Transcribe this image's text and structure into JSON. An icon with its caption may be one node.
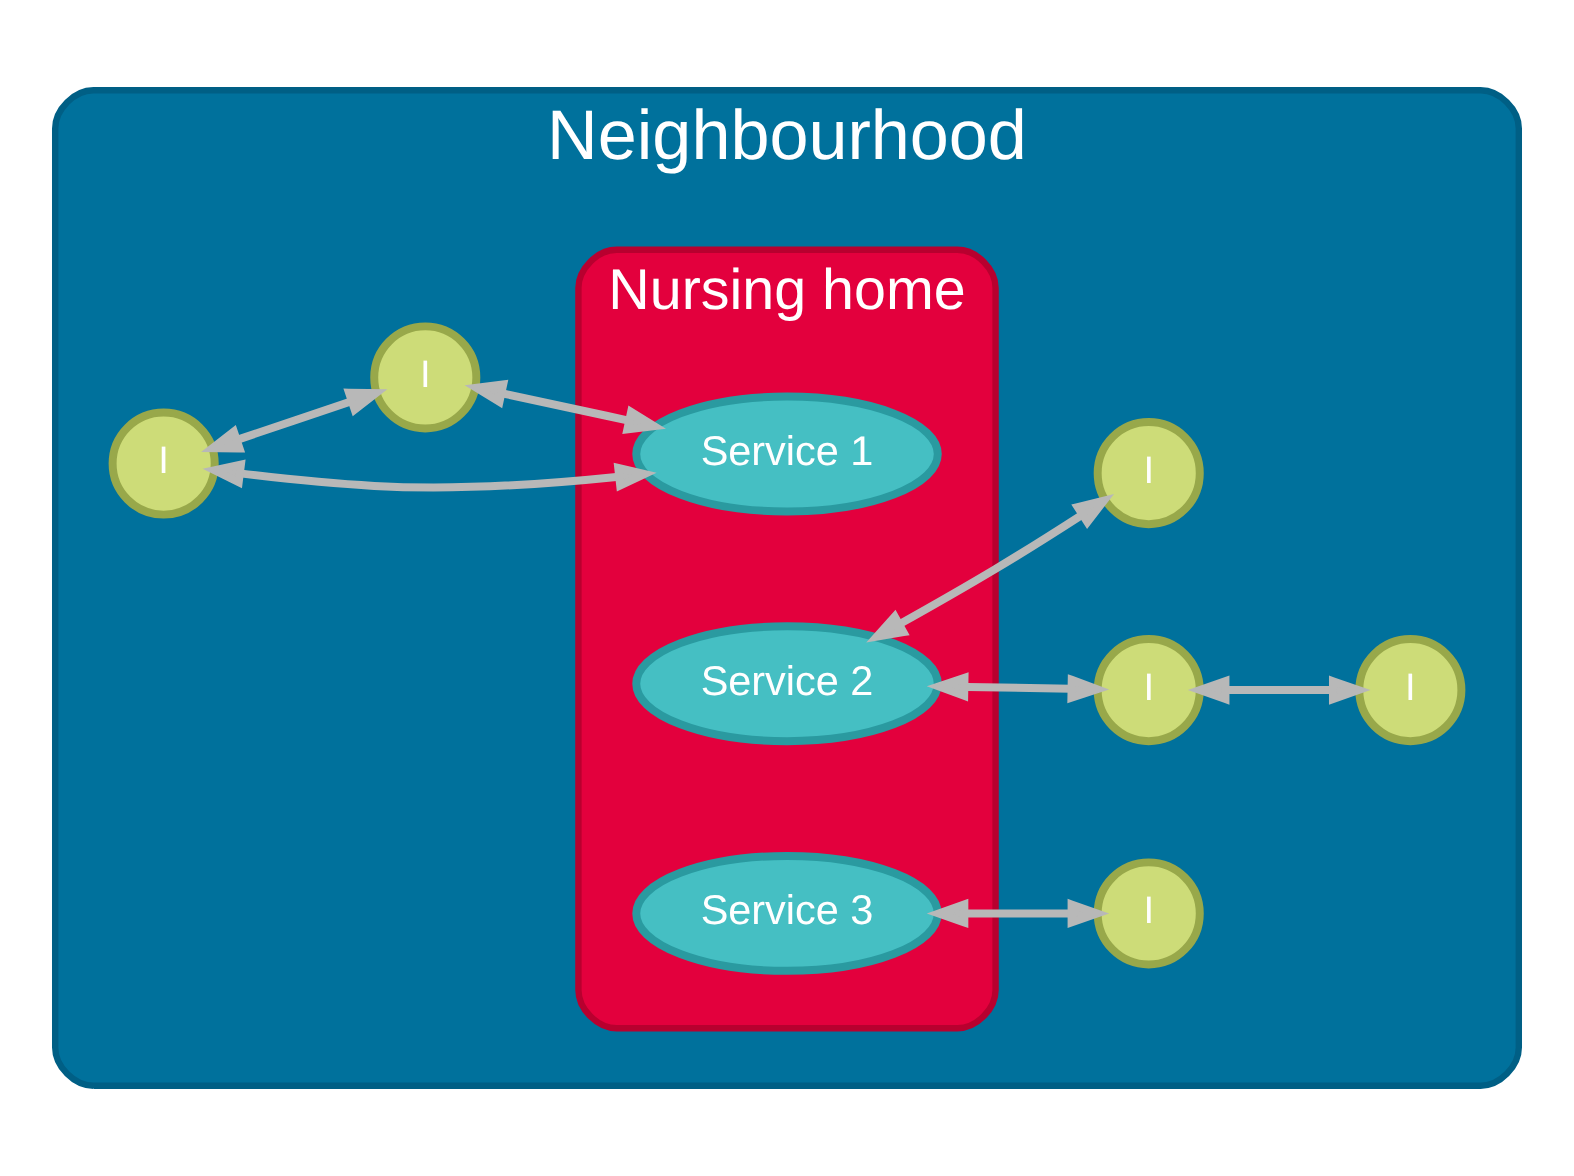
{
  "diagram": {
    "nodes": [
      {
        "text": [
          "Neighbourhood"
        ]
      },
      {
        "text": [
          "Nursing home"
        ],
        "in": 0
      },
      {
        "text": [
          "Service 1"
        ],
        "in": 1
      },
      {
        "text": [
          "Service 3"
        ],
        "in": 1
      },
      {
        "text": [
          "Service 2"
        ],
        "in": 1
      },
      {
        "text": [
          "I"
        ],
        "in": 0
      },
      {
        "text": [
          "I"
        ],
        "in": 0
      },
      {
        "text": [
          "I"
        ],
        "in": 0
      },
      {
        "text": [
          "I"
        ],
        "in": 0
      },
      {
        "text": [
          "I"
        ],
        "in": 0
      },
      {
        "text": [
          "I"
        ],
        "in": 0
      }
    ],
    "edges": [
      {
        "from": 5,
        "to": 2,
        "arrow": "both"
      },
      {
        "from": 5,
        "to": 6,
        "arrow": "both"
      },
      {
        "from": 6,
        "to": 2,
        "arrow": "both"
      },
      {
        "from": 3,
        "to": 7,
        "arrow": "both"
      },
      {
        "from": 4,
        "to": 8,
        "arrow": "both"
      },
      {
        "from": 8,
        "to": 9,
        "arrow": "both"
      },
      {
        "from": 4,
        "to": 10,
        "arrow": "both"
      }
    ]
  }
}
